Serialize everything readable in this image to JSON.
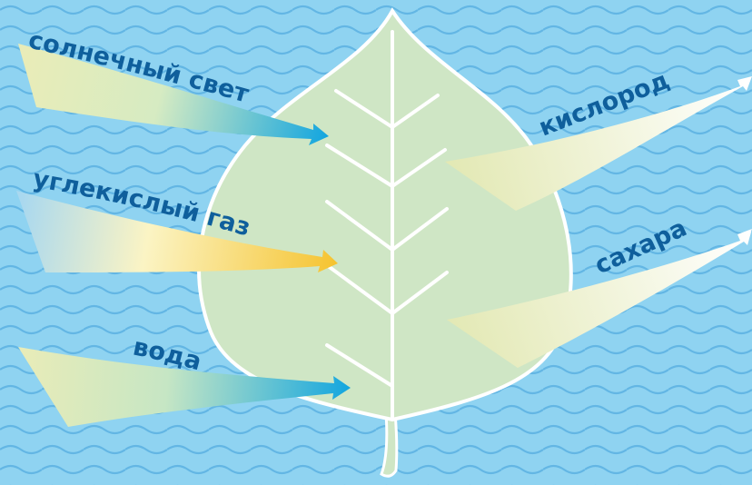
{
  "inputs": {
    "sunlight": "солнечный свет",
    "co2": "углекислый газ",
    "water": "вода"
  },
  "outputs": {
    "oxygen": "кислород",
    "sugars": "сахара"
  },
  "colors": {
    "background": "#8fd3f1",
    "wave": "#63b6e4",
    "leaf": "#cfe6c5",
    "leaf_outline": "#ffffff",
    "label": "#0f5f9c",
    "arrow_pale": "#e9ecb8",
    "arrow_blue": "#1aa8de",
    "arrow_yellow": "#f7c936"
  }
}
